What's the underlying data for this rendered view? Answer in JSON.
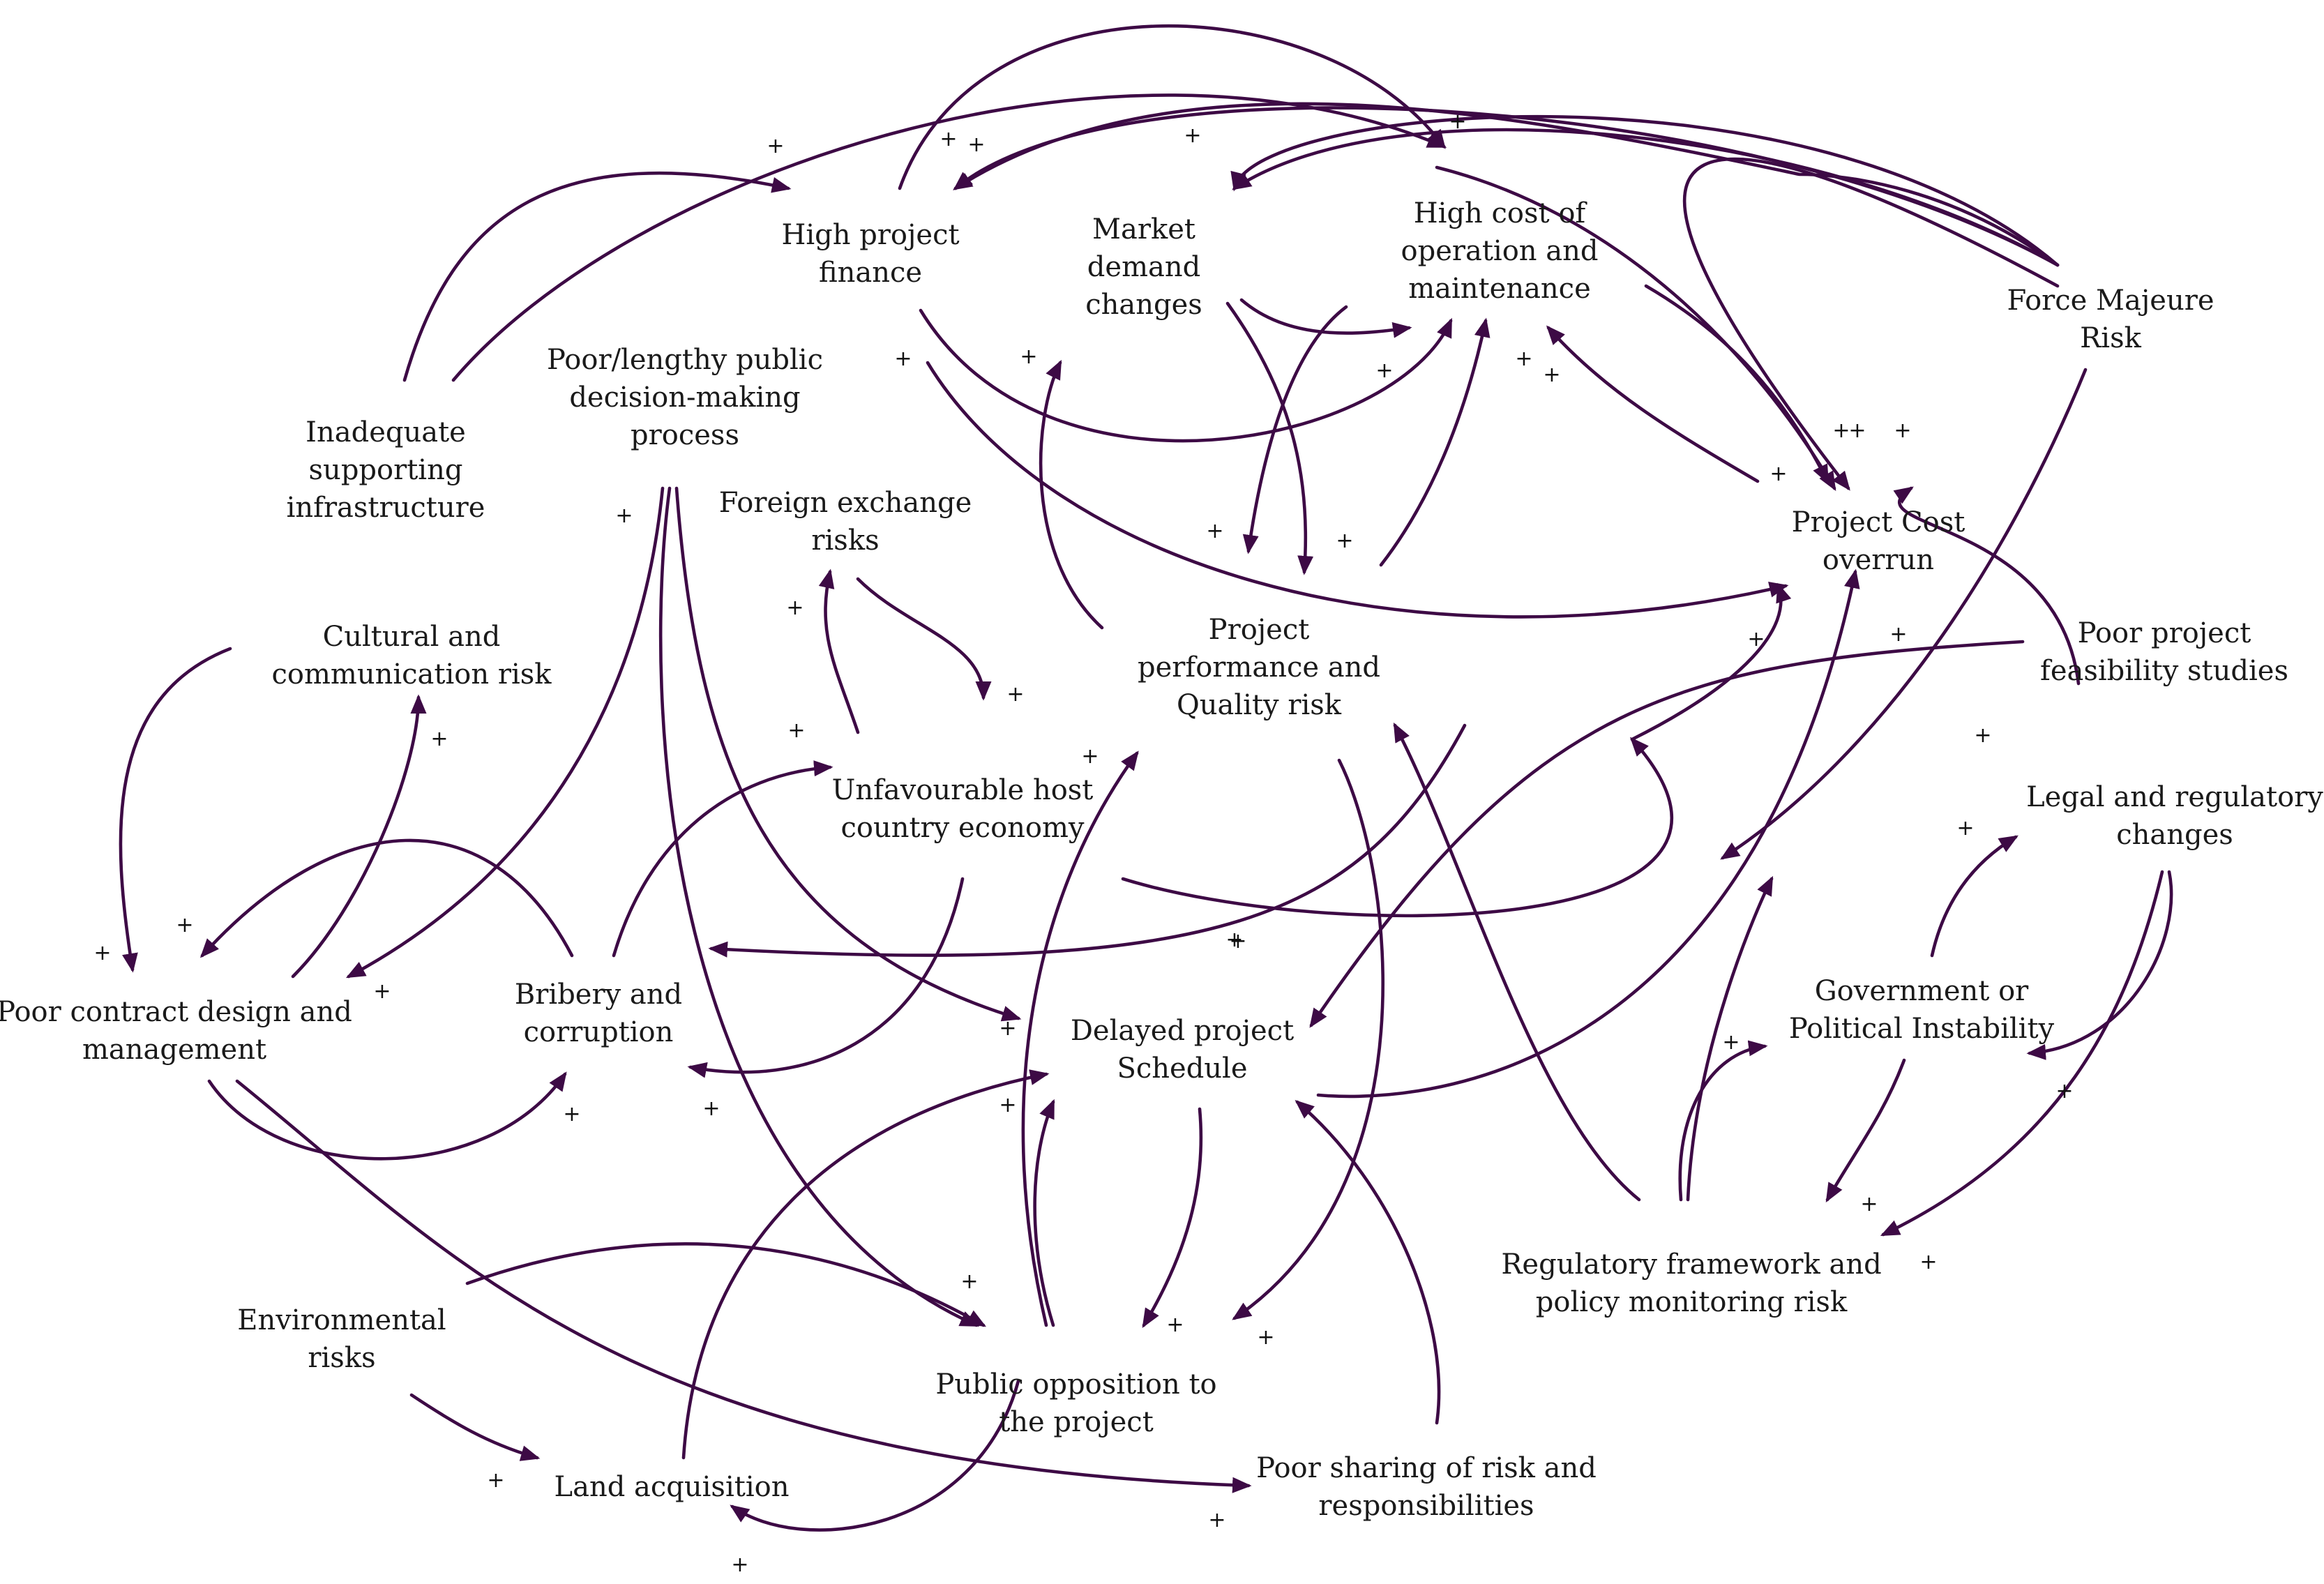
{
  "colors": {
    "edge": "#3d0a45",
    "text": "#1a1a1a",
    "background": "#ffffff"
  },
  "nodes": {
    "high_project_finance": [
      "High project",
      "finance"
    ],
    "market_demand_changes": [
      "Market",
      "demand",
      "changes"
    ],
    "high_cost_om": [
      "High cost of",
      "operation and",
      "maintenance"
    ],
    "force_majeure": [
      "Force Majeure",
      "Risk"
    ],
    "poor_decision_making": [
      "Poor/lengthy public",
      "decision-making",
      "process"
    ],
    "inadequate_infrastructure": [
      "Inadequate",
      "supporting",
      "infrastructure"
    ],
    "foreign_exchange": [
      "Foreign exchange",
      "risks"
    ],
    "project_cost_overrun": [
      "Project Cost",
      "overrun"
    ],
    "cultural_communication": [
      "Cultural and",
      "communication risk"
    ],
    "project_performance": [
      "Project",
      "performance and",
      "Quality risk"
    ],
    "poor_feasibility": [
      "Poor project",
      "feasibility studies"
    ],
    "unfavourable_economy": [
      "Unfavourable host",
      "country economy"
    ],
    "legal_regulatory": [
      "Legal and regulatory",
      "changes"
    ],
    "poor_contract_design": [
      "Poor contract design and",
      "management"
    ],
    "bribery_corruption": [
      "Bribery and",
      "corruption"
    ],
    "delayed_schedule": [
      "Delayed project",
      "Schedule"
    ],
    "government_instability": [
      "Government or",
      "Political Instability"
    ],
    "regulatory_framework": [
      "Regulatory framework and",
      "policy monitoring risk"
    ],
    "environmental_risks": [
      "Environmental",
      "risks"
    ],
    "public_opposition": [
      "Public opposition to",
      "the project"
    ],
    "land_acquisition": [
      "Land acquisition"
    ],
    "poor_risk_sharing": [
      "Poor sharing of risk and",
      "responsibilities"
    ]
  },
  "polarity_symbol": "+"
}
